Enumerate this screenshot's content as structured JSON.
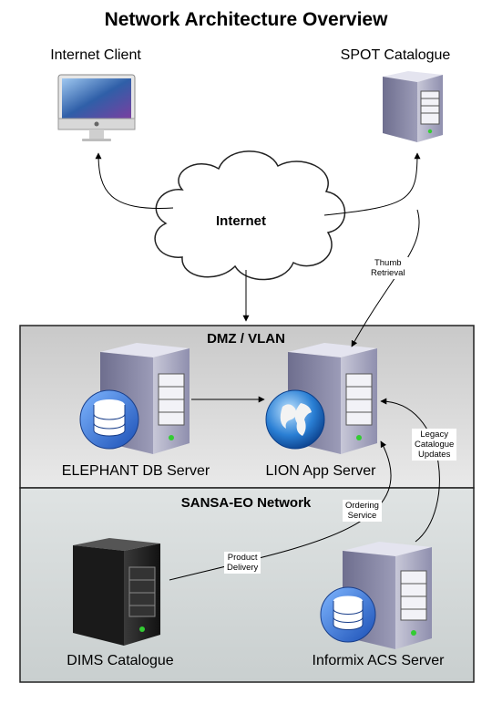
{
  "title": "Network Architecture Overview",
  "nodes": {
    "internet_client": {
      "label": "Internet Client",
      "icon": "monitor-icon"
    },
    "spot_catalogue": {
      "label": "SPOT Catalogue",
      "icon": "server-icon"
    },
    "internet": {
      "label": "Internet",
      "icon": "cloud-icon"
    },
    "elephant_db": {
      "label": "ELEPHANT DB Server",
      "icon": "database-server-icon"
    },
    "lion_app": {
      "label": "LION App Server",
      "icon": "globe-server-icon"
    },
    "dims_catalogue": {
      "label": "DIMS Catalogue",
      "icon": "black-server-icon"
    },
    "informix_acs": {
      "label": "Informix ACS Server",
      "icon": "database-server-icon"
    }
  },
  "zones": {
    "dmz": {
      "label": "DMZ / VLAN",
      "color": "#d4d4d4"
    },
    "sansa": {
      "label": "SANSA-EO Network",
      "color": "#d8dcdc"
    }
  },
  "edges": {
    "thumb_retrieval": {
      "label_line1": "Thumb",
      "label_line2": "Retrieval"
    },
    "legacy_updates": {
      "label_line1": "Legacy",
      "label_line2": "Catalogue",
      "label_line3": "Updates"
    },
    "ordering_service": {
      "label_line1": "Ordering",
      "label_line2": "Service"
    },
    "product_delivery": {
      "label_line1": "Product",
      "label_line2": "Delivery"
    }
  }
}
